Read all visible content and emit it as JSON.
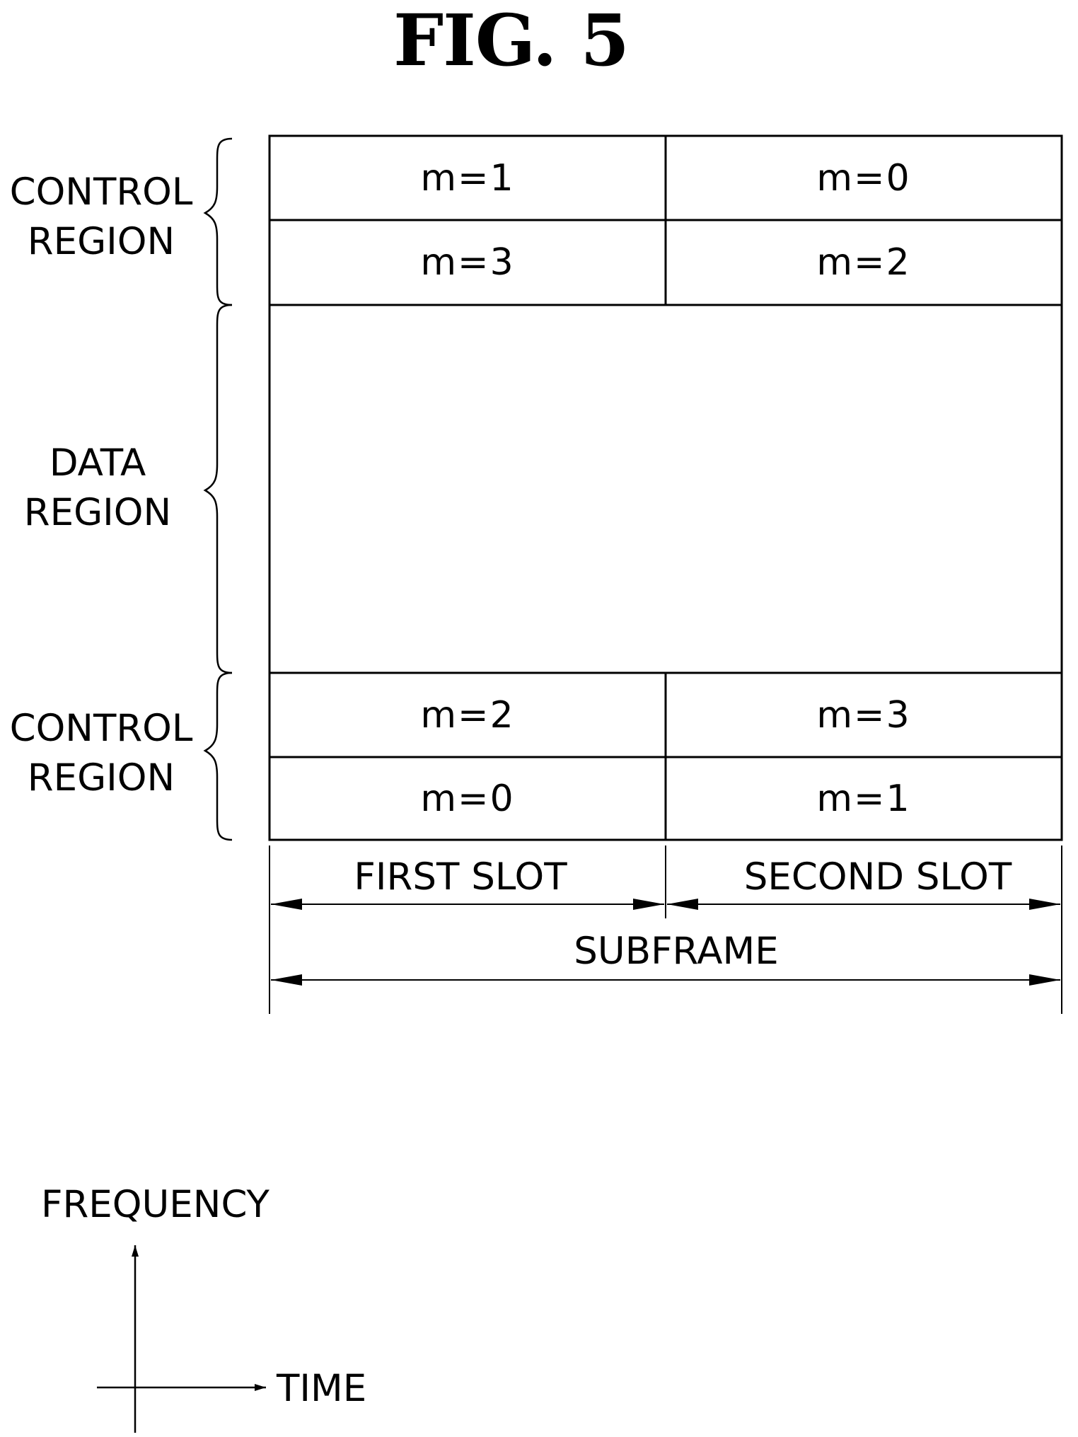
{
  "figure": {
    "title": "FIG. 5"
  },
  "regions": {
    "top_control": "CONTROL\nREGION",
    "data": "DATA\nREGION",
    "bottom_control": "CONTROL\nREGION"
  },
  "grid": {
    "top_rows": [
      [
        "m=1",
        "m=0"
      ],
      [
        "m=3",
        "m=2"
      ]
    ],
    "bottom_rows": [
      [
        "m=2",
        "m=3"
      ],
      [
        "m=0",
        "m=1"
      ]
    ]
  },
  "spans": {
    "first_slot": "FIRST SLOT",
    "second_slot": "SECOND SLOT",
    "subframe": "SUBFRAME"
  },
  "axes": {
    "frequency": "FREQUENCY",
    "time": "TIME"
  }
}
